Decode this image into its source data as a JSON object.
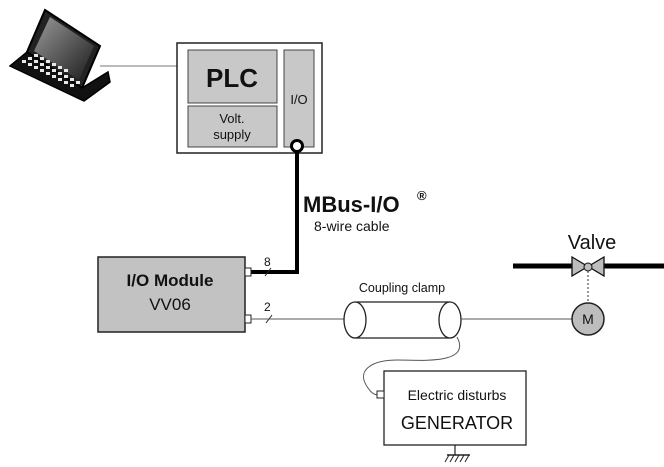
{
  "plc": {
    "title": "PLC",
    "volt_supply_line1": "Volt.",
    "volt_supply_line2": "supply",
    "io_label": "I/O"
  },
  "bus": {
    "name": "MBus-I/O",
    "registered_mark": "®",
    "cable_description": "8-wire cable"
  },
  "io_module": {
    "title": "I/O Module",
    "model": "VV06",
    "port_top_wires": "8",
    "port_bottom_wires": "2"
  },
  "coupling_clamp": {
    "label": "Coupling clamp"
  },
  "valve": {
    "label": "Valve"
  },
  "motor": {
    "label": "M"
  },
  "generator": {
    "line1": "Electric disturbs",
    "line2": "GENERATOR"
  },
  "colors": {
    "box_fill": "#c8c8c8",
    "module_fill": "#c2c2c2",
    "motor_fill": "#bdbdbd",
    "line": "#111111",
    "thin_line": "#555555"
  }
}
